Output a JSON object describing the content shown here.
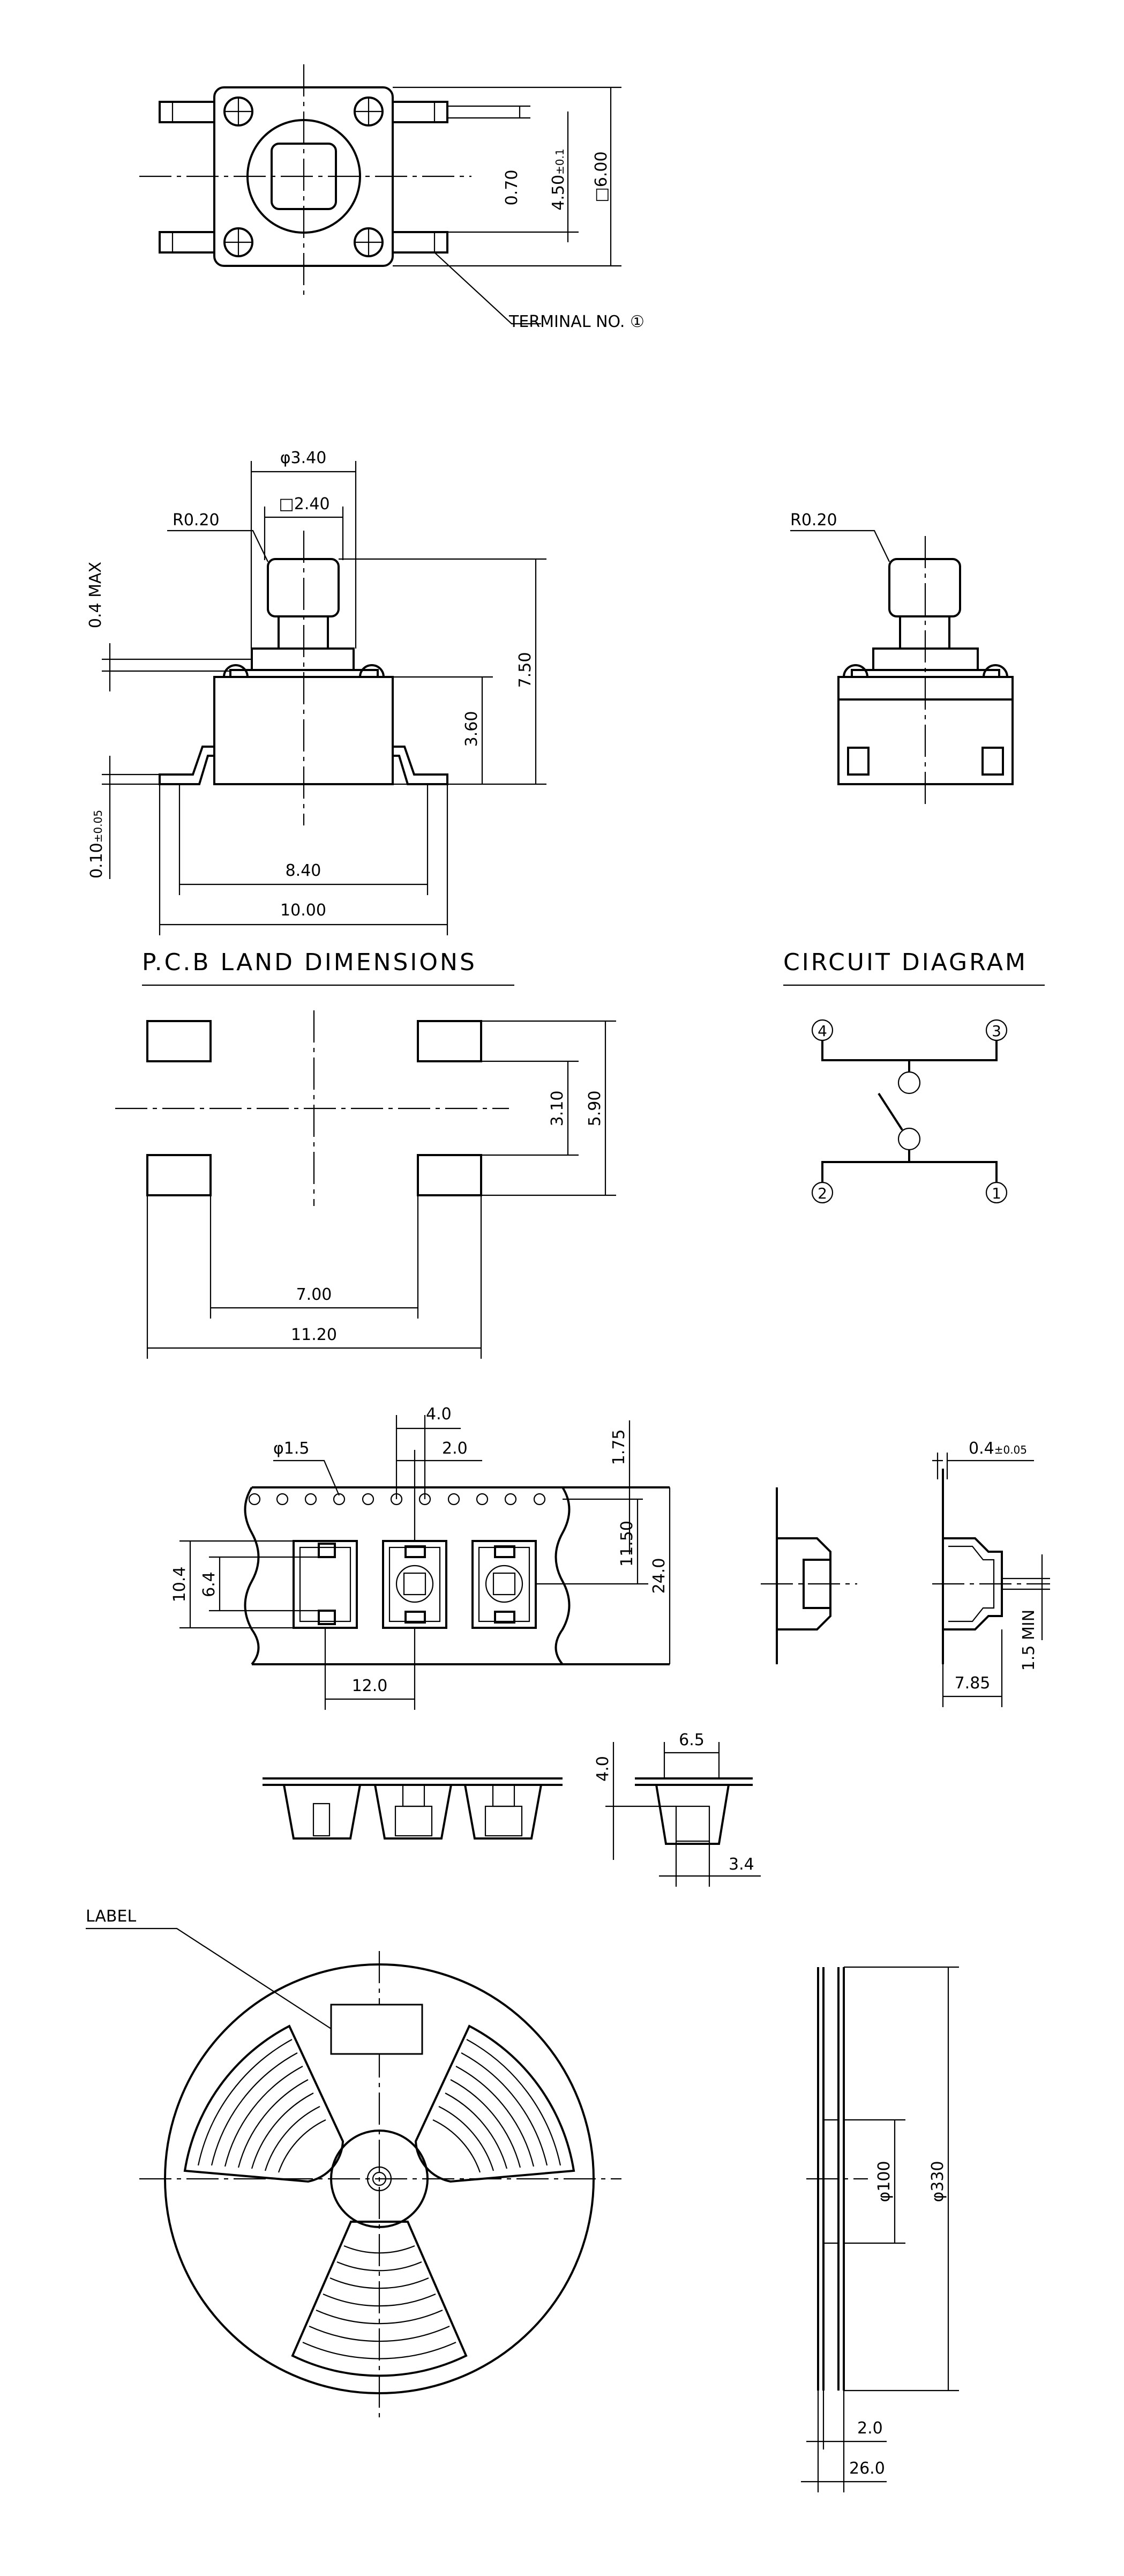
{
  "top_view": {
    "dim_070": "0.70",
    "dim_450": "4.50",
    "dim_450_tol": "±0.1",
    "dim_600": "□6.00",
    "terminal_note": "TERMINAL NO. ①"
  },
  "side_view": {
    "phi_340": "φ3.40",
    "sq_240": "□2.40",
    "r020": "R0.20",
    "max_04": "0.4 MAX",
    "dim_750": "7.50",
    "dim_360": "3.60",
    "dim_010": "0.10",
    "dim_010_tol": "±0.05",
    "dim_840": "8.40",
    "dim_1000": "10.00"
  },
  "side_view_right": {
    "r020": "R0.20"
  },
  "pcb": {
    "heading": "P.C.B LAND DIMENSIONS",
    "dim_310": "3.10",
    "dim_590": "5.90",
    "dim_700": "7.00",
    "dim_1120": "11.20"
  },
  "circuit": {
    "heading": "CIRCUIT DIAGRAM",
    "t4": "4",
    "t3": "3",
    "t2": "2",
    "t1": "1"
  },
  "tape": {
    "dim_40": "4.0",
    "dim_20": "2.0",
    "phi_15": "φ1.5",
    "dim_175": "1.75",
    "dim_1150": "11.50",
    "dim_240": "24.0",
    "dim_104": "10.4",
    "dim_64": "6.4",
    "dim_120": "12.0",
    "dim_04": "0.4",
    "dim_04_tol": "±0.05",
    "dim_15min": "1.5 MIN",
    "dim_785": "7.85",
    "pocket_65": "6.5",
    "pocket_40": "4.0",
    "pocket_34": "3.4"
  },
  "reel": {
    "label": "LABEL",
    "phi_100": "φ100",
    "phi_330": "φ330",
    "dim_20": "2.0",
    "dim_260": "26.0"
  }
}
